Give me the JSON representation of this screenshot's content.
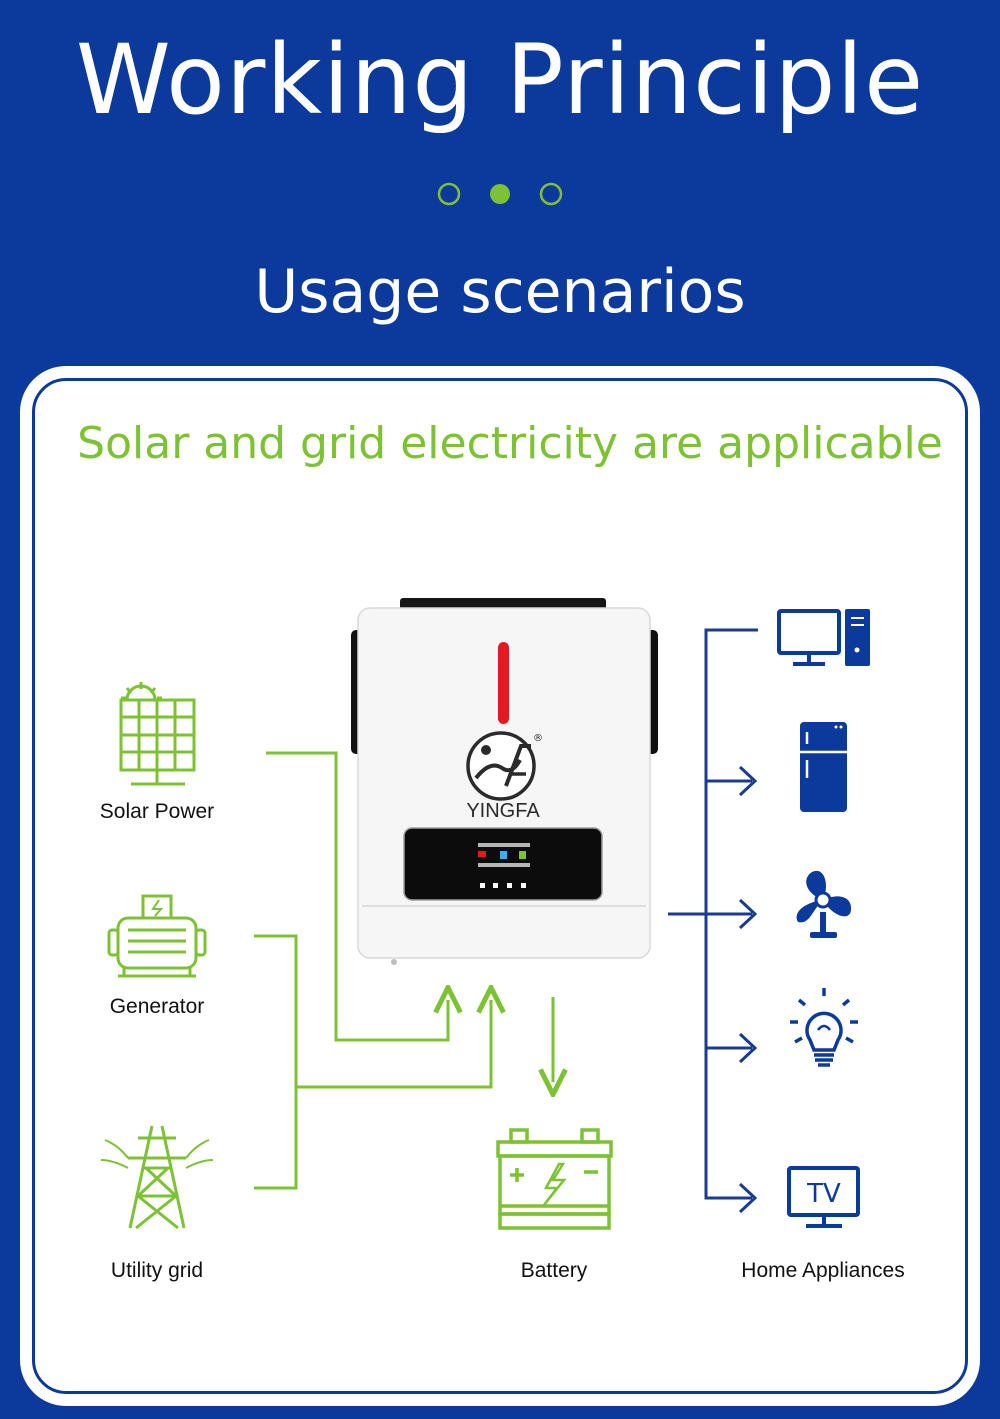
{
  "header": {
    "title": "Working Principle",
    "subtitle": "Usage scenarios",
    "carousel": {
      "count": 3,
      "active_index": 1
    }
  },
  "diagram": {
    "headline": "Solar and grid electricity are applicable",
    "sources": [
      {
        "label": "Solar Power",
        "icon": "solar-panel-icon"
      },
      {
        "label": "Generator",
        "icon": "generator-icon"
      },
      {
        "label": "Utility grid",
        "icon": "power-tower-icon"
      }
    ],
    "inverter": {
      "brand": "YINGFA",
      "registered": "®",
      "icon": "inverter-icon"
    },
    "storage": {
      "label": "Battery",
      "icon": "battery-icon"
    },
    "loads": {
      "label": "Home Appliances",
      "items": [
        {
          "icon": "computer-icon"
        },
        {
          "icon": "refrigerator-icon"
        },
        {
          "icon": "fan-icon"
        },
        {
          "icon": "light-bulb-icon"
        },
        {
          "icon": "tv-icon",
          "text": "TV"
        }
      ]
    },
    "colors": {
      "background": "#0b3a9c",
      "green": "#7cc232",
      "navy": "#0b3a9c",
      "lead": "#1a3c8e"
    }
  }
}
